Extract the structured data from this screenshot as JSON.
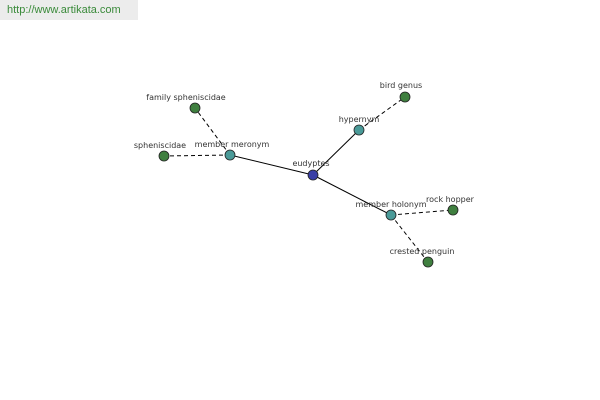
{
  "url_text": "http://www.artikata.com",
  "colors": {
    "center": "#3a3fa6",
    "relation": "#4a9a98",
    "leaf": "#3f7f3f",
    "edge": "#000000",
    "url": "#3a8a3a"
  },
  "nodes": {
    "center": "eudyptes",
    "hypernym": "hypernym",
    "bird_genus": "bird genus",
    "member_meronym": "member meronym",
    "family_spheniscidae": "family spheniscidae",
    "spheniscidae": "spheniscidae",
    "member_holonym": "member holonym",
    "rock_hopper": "rock hopper",
    "crested_penguin": "crested penguin"
  }
}
